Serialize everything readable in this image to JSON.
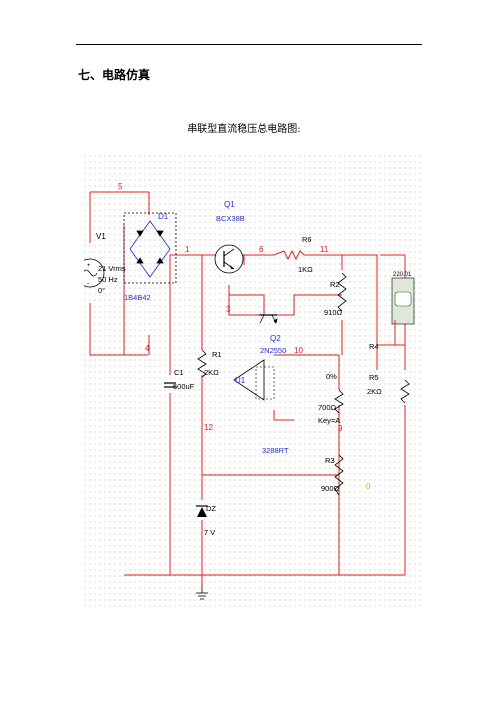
{
  "page": {
    "section_title": "七、电路仿真",
    "caption": "串联型直流稳压总电路图:"
  },
  "schematic": {
    "components": {
      "V1": {
        "ref": "V1",
        "lines": [
          "21 Vrms",
          "50 Hz",
          "0°"
        ]
      },
      "D1": {
        "ref": "D1",
        "part": "1B4B42"
      },
      "Q1": {
        "ref": "Q1",
        "part": "BCX38B"
      },
      "Q2": {
        "ref": "Q2",
        "part": "2N2550"
      },
      "R6": {
        "ref": "R6",
        "value": "1KΩ"
      },
      "R2": {
        "ref": "R2",
        "value": "910Ω"
      },
      "R1": {
        "ref": "R1",
        "value": "2KΩ"
      },
      "C1": {
        "ref": "C1",
        "value": "500uF"
      },
      "U1": {
        "ref": "U1",
        "part": "3288RT"
      },
      "R4": {
        "ref": "R4",
        "percent": "0%",
        "value": "700Ω",
        "key": "Key=A"
      },
      "R5": {
        "ref": "R5",
        "value": "2KΩ"
      },
      "R3": {
        "ref": "R3",
        "value": "900Ω"
      },
      "DZ": {
        "ref": "DZ",
        "value": "7 V"
      },
      "meter": {
        "display": "220.01"
      }
    },
    "nets": [
      "5",
      "4",
      "1",
      "6",
      "11",
      "3",
      "10",
      "12",
      "9",
      "0"
    ],
    "colors": {
      "wire": "#e02020",
      "label": "#2a2ad0",
      "net": "#e02020",
      "net_alt": "#e0a020",
      "frame": "#000000"
    }
  }
}
